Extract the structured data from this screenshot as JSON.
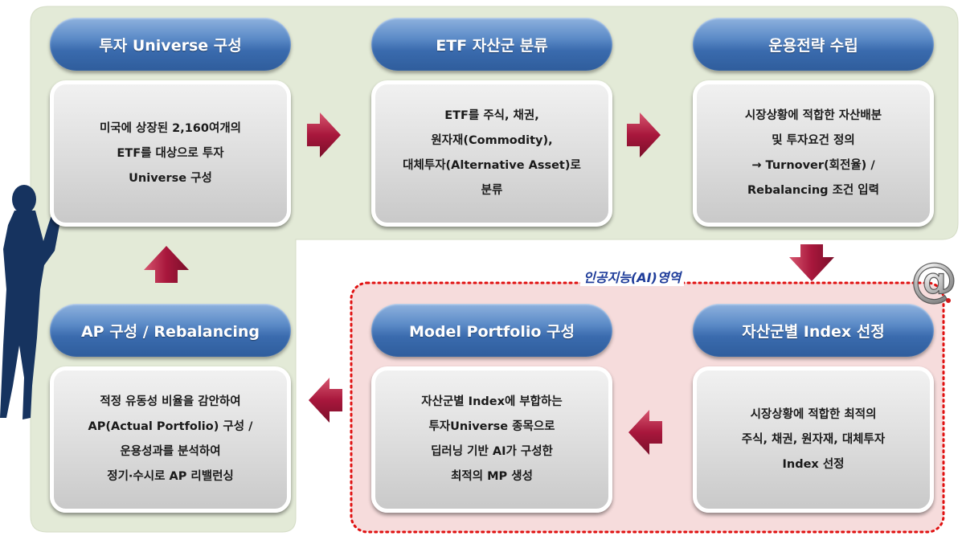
{
  "colors": {
    "panel_green": "#e3ead7",
    "ai_zone_fill": "#f6dcdc",
    "ai_zone_border": "#e01010",
    "pill_blue": "#3a6bae",
    "arrow_red": "#a8173c",
    "silhouette": "#16335f",
    "ai_label": "#1f3d9a"
  },
  "steps": [
    {
      "title": "투자 Universe 구성",
      "lines": [
        "미국에 상장된 2,160여개의",
        "ETF를 대상으로 투자",
        "Universe 구성"
      ]
    },
    {
      "title": "ETF 자산군 분류",
      "lines": [
        "ETF를 주식, 채권,",
        "원자재(Commodity),",
        "대체투자(Alternative Asset)로",
        "분류"
      ]
    },
    {
      "title": "운용전략 수립",
      "lines": [
        "시장상황에 적합한 자산배분",
        "및 투자요건 정의",
        "→ Turnover(회전율) /",
        "Rebalancing 조건 입력"
      ]
    },
    {
      "title": "자산군별 Index 선정",
      "lines": [
        "시장상황에 적합한 최적의",
        "주식, 채권, 원자재, 대체투자",
        "Index 선정"
      ]
    },
    {
      "title": "Model Portfolio 구성",
      "lines": [
        "자산군별 Index에 부합하는",
        "투자Universe 종목으로",
        "딥러닝 기반 AI가 구성한",
        "최적의 MP 생성"
      ]
    },
    {
      "title": "AP 구성 / Rebalancing",
      "lines": [
        "적정 유동성 비율을 감안하여",
        "AP(Actual Portfolio) 구성 /",
        "운용성과를 분석하여",
        "정기·수시로 AP 리밸런싱"
      ]
    }
  ],
  "ai_zone_label": "인공지능(AI)영역",
  "icons": {
    "figure": "person-silhouette-icon",
    "at": "at-sign-icon",
    "arrow": "flow-arrow-icon"
  }
}
